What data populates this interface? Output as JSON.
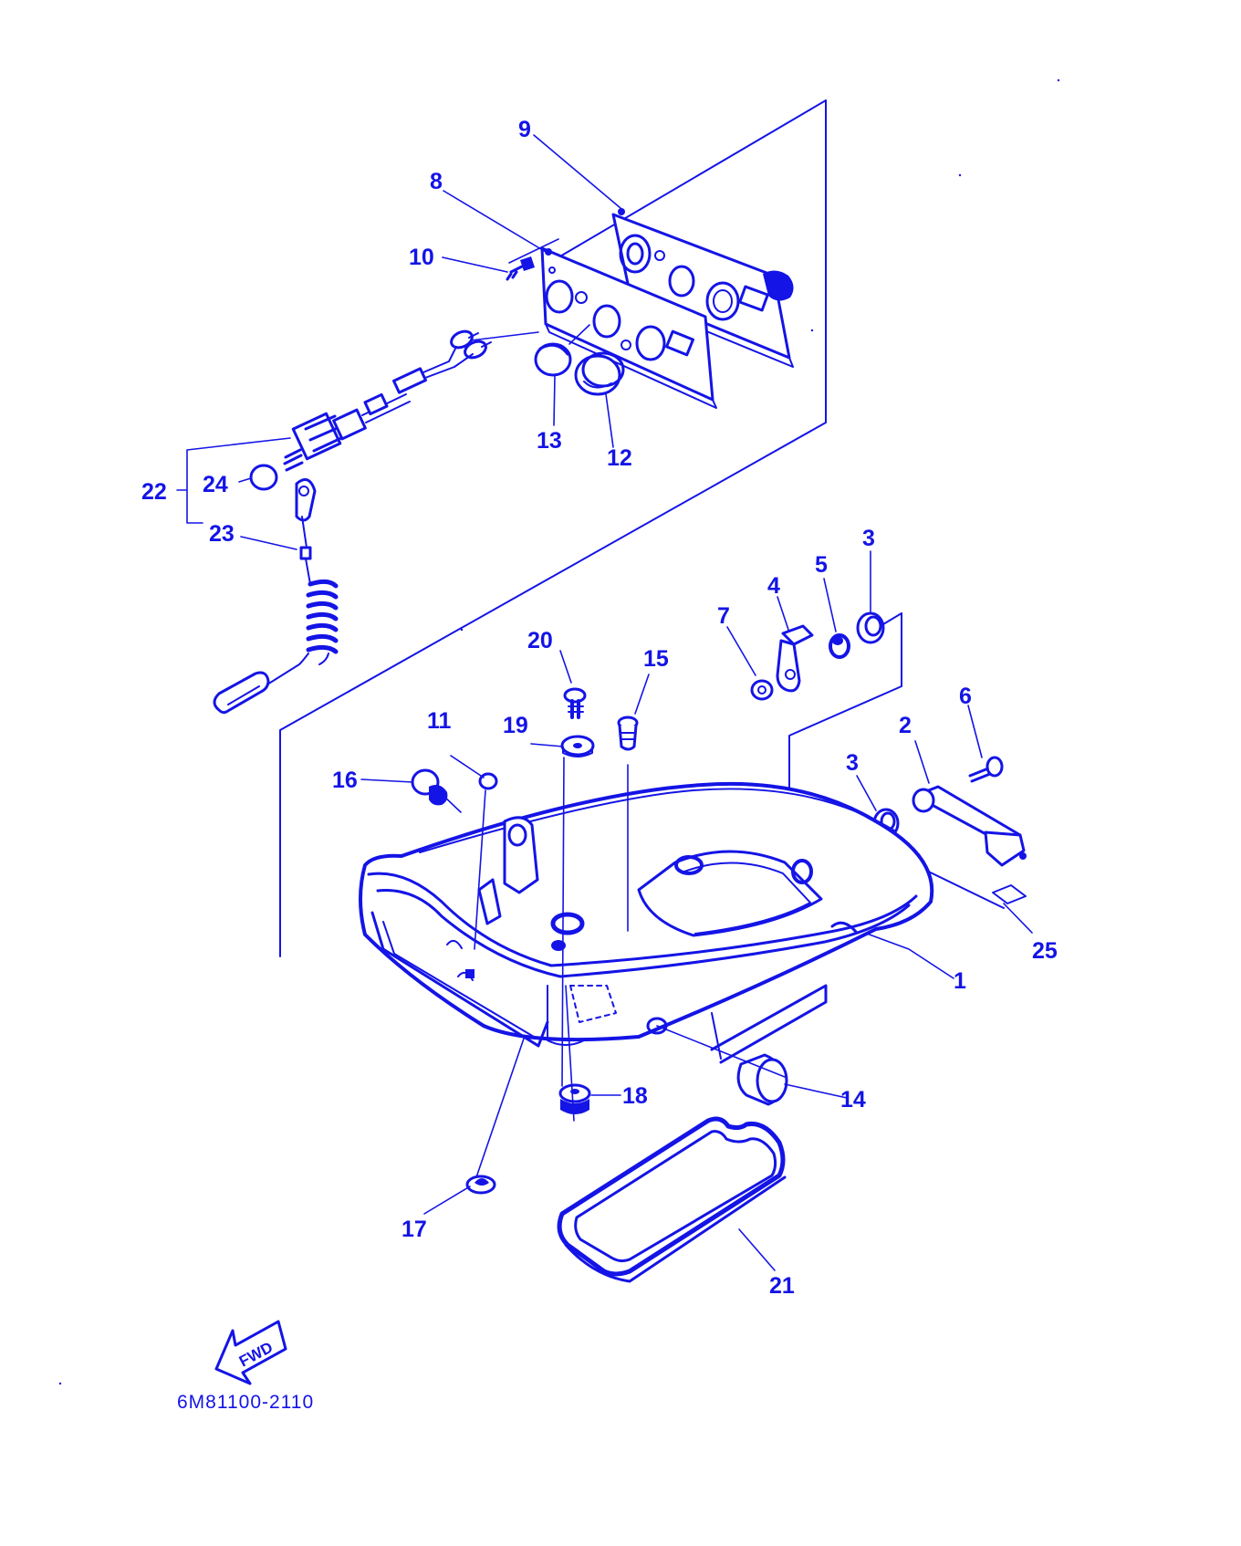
{
  "ink_color": "#1414e6",
  "background_color": "#ffffff",
  "callouts": [
    {
      "id": "c1",
      "text": "1"
    },
    {
      "id": "c2",
      "text": "2"
    },
    {
      "id": "c3a",
      "text": "3"
    },
    {
      "id": "c3b",
      "text": "3"
    },
    {
      "id": "c4",
      "text": "4"
    },
    {
      "id": "c5",
      "text": "5"
    },
    {
      "id": "c6",
      "text": "6"
    },
    {
      "id": "c7",
      "text": "7"
    },
    {
      "id": "c8",
      "text": "8"
    },
    {
      "id": "c9",
      "text": "9"
    },
    {
      "id": "c10",
      "text": "10"
    },
    {
      "id": "c11",
      "text": "11"
    },
    {
      "id": "c12",
      "text": "12"
    },
    {
      "id": "c13",
      "text": "13"
    },
    {
      "id": "c14",
      "text": "14"
    },
    {
      "id": "c15",
      "text": "15"
    },
    {
      "id": "c16",
      "text": "16"
    },
    {
      "id": "c17",
      "text": "17"
    },
    {
      "id": "c18",
      "text": "18"
    },
    {
      "id": "c19",
      "text": "19"
    },
    {
      "id": "c20",
      "text": "20"
    },
    {
      "id": "c21",
      "text": "21"
    },
    {
      "id": "c22",
      "text": "22"
    },
    {
      "id": "c23",
      "text": "23"
    },
    {
      "id": "c24",
      "text": "24"
    },
    {
      "id": "c25",
      "text": "25"
    }
  ],
  "fwd_indicator": {
    "text": "FWD",
    "icon": "forward-arrow-icon"
  },
  "diagram_code": "6M81100-2110"
}
